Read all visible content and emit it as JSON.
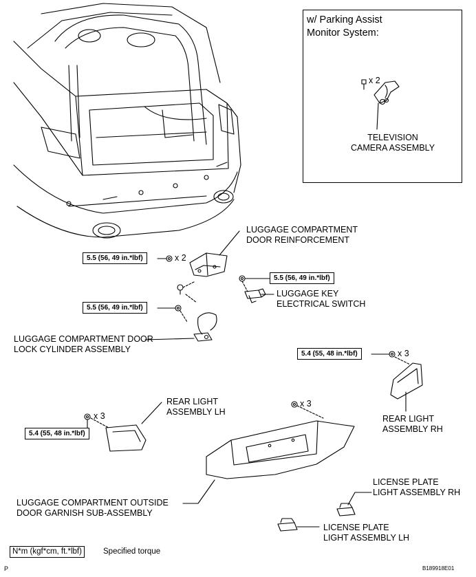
{
  "inset": {
    "title": "w/ Parking Assist\nMonitor System:",
    "qty": "x 2",
    "part_label": "TELEVISION\nCAMERA ASSEMBLY"
  },
  "parts": {
    "reinforcement": "LUGGAGE COMPARTMENT\nDOOR REINFORCEMENT",
    "key_switch": "LUGGAGE KEY\nELECTRICAL SWITCH",
    "lock_cylinder": "LUGGAGE COMPARTMENT DOOR\nLOCK CYLINDER ASSEMBLY",
    "rear_light_lh": "REAR LIGHT\nASSEMBLY LH",
    "rear_light_rh": "REAR LIGHT\nASSEMBLY RH",
    "garnish": "LUGGAGE COMPARTMENT OUTSIDE\nDOOR GARNISH SUB-ASSEMBLY",
    "license_rh": "LICENSE PLATE\nLIGHT ASSEMBLY RH",
    "license_lh": "LICENSE PLATE\nLIGHT ASSEMBLY LH"
  },
  "torques": {
    "reinforcement": "5.5 (56, 49 in.*lbf)",
    "key_switch": "5.5 (56, 49 in.*lbf)",
    "lock_cylinder": "5.5 (56, 49 in.*lbf)",
    "rear_light_rh": "5.4 (55, 48 in.*lbf)",
    "rear_light_lh": "5.4 (55, 48 in.*lbf)"
  },
  "quantities": {
    "reinforcement": "x 2",
    "rear_light_rh": "x 3",
    "rear_light_lh": "x 3",
    "garnish": "x 3"
  },
  "legend": {
    "unit_box": "N*m (kgf*cm, ft.*lbf)",
    "description": "Specified torque"
  },
  "footer": {
    "left_code": "P",
    "figure_id": "B189918E01"
  }
}
